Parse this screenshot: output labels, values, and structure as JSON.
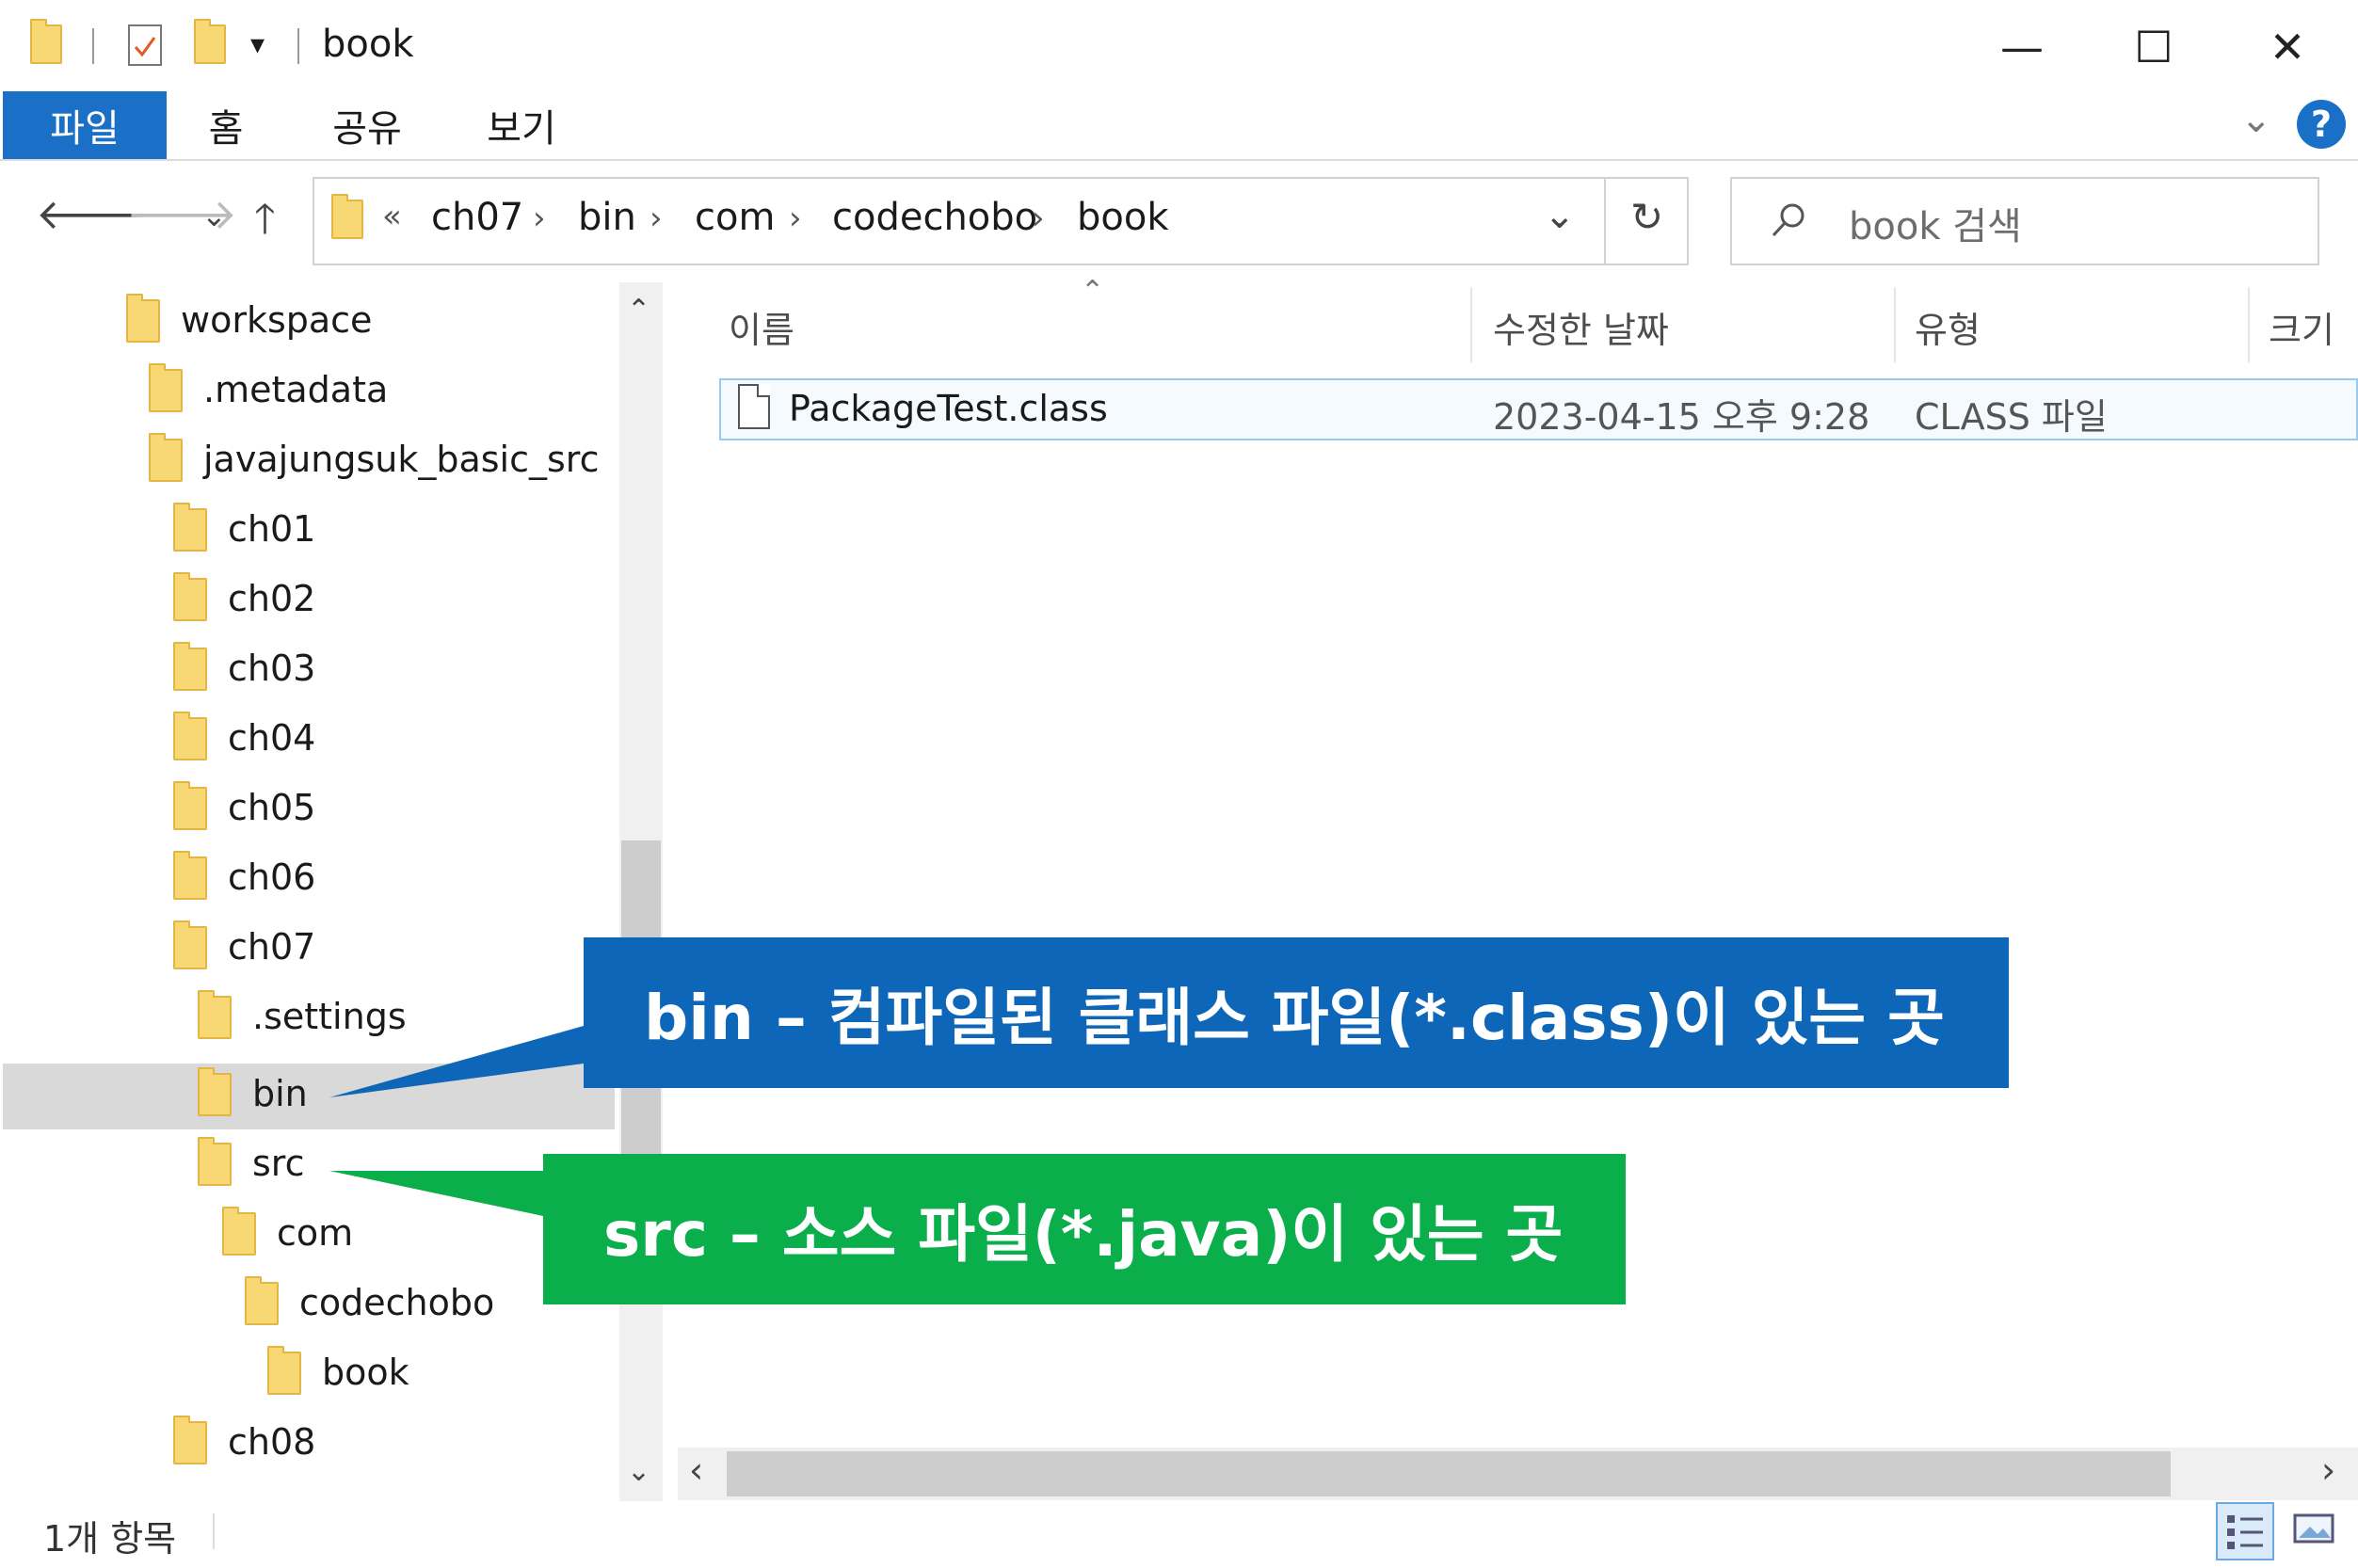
{
  "window": {
    "title": "book",
    "minimize_glyph": "—",
    "maximize_glyph": "☐",
    "close_glyph": "✕"
  },
  "ribbon": {
    "tabs": [
      "파일",
      "홈",
      "공유",
      "보기"
    ],
    "collapse_glyph": "⌄",
    "help_glyph": "?"
  },
  "address": {
    "overflow": "«",
    "crumbs": [
      "ch07",
      "bin",
      "com",
      "codechobo",
      "book"
    ],
    "dropdown_glyph": "⌄",
    "refresh_glyph": "↻"
  },
  "search": {
    "placeholder": "book 검색"
  },
  "tree": {
    "items": [
      {
        "label": "workspace"
      },
      {
        "label": ".metadata"
      },
      {
        "label": "javajungsuk_basic_src"
      },
      {
        "label": "ch01"
      },
      {
        "label": "ch02"
      },
      {
        "label": "ch03"
      },
      {
        "label": "ch04"
      },
      {
        "label": "ch05"
      },
      {
        "label": "ch06"
      },
      {
        "label": "ch07"
      },
      {
        "label": ".settings"
      },
      {
        "label": "bin"
      },
      {
        "label": "src"
      },
      {
        "label": "com"
      },
      {
        "label": "codechobo"
      },
      {
        "label": "book"
      },
      {
        "label": "ch08"
      }
    ]
  },
  "columns": {
    "name": "이름",
    "modified": "수정한 날짜",
    "type": "유형",
    "size": "크기"
  },
  "files": [
    {
      "name": "PackageTest.class",
      "modified": "2023-04-15 오후 9:28",
      "type": "CLASS 파일"
    }
  ],
  "status": {
    "count": "1개 항목"
  },
  "callouts": {
    "bin": "bin – 컴파일된 클래스 파일(*.class)이 있는 곳",
    "src": "src – 소스 파일(*.java)이 있는 곳"
  },
  "colors": {
    "accent_blue": "#0d66b8",
    "accent_green": "#0aae4a",
    "ribbon_file": "#1a6fc6",
    "folder": "#f8d775"
  }
}
